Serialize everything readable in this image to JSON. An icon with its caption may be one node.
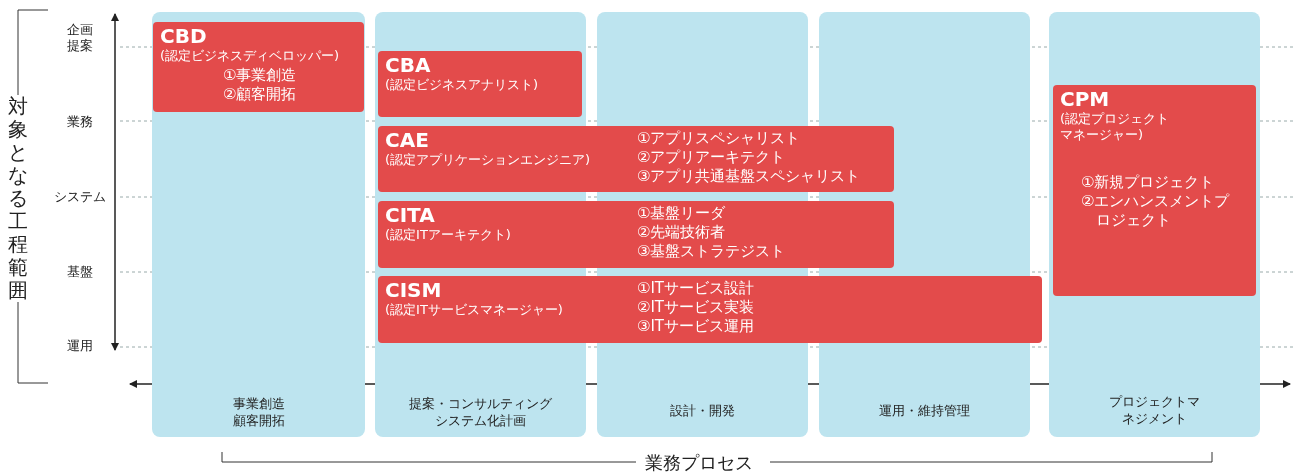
{
  "diagram": {
    "nodes": [
      {
        "text": [
          "事業創造",
          "顧客開拓"
        ]
      },
      {
        "text": [
          "CBD",
          "(認定ビジネスディベロッパー)",
          "①事業創造",
          "②顧客開拓"
        ],
        "in": 0
      },
      {
        "text": [
          "提案・コンサルティング",
          "システム化計画"
        ]
      },
      {
        "text": [
          "CBA",
          "(認定ビジネスアナリスト)"
        ],
        "in": 2
      },
      {
        "text": [
          "CAE",
          "(認定アプリケーションエンジニア)",
          "①アプリスペシャリスト",
          "②アプリアーキテクト",
          "③アプリ共通基盤スペシャリスト"
        ]
      },
      {
        "text": [
          "CITA",
          "(認定ITアーキテクト)",
          "①基盤リーダ",
          "②先端技術者",
          "③基盤ストラテジスト"
        ]
      },
      {
        "text": [
          "CISM",
          "(認定ITサービスマネージャー)",
          "①ITサービス設計",
          "②ITサービス実装",
          "③ITサービス運用"
        ]
      },
      {
        "text": [
          "設計・開発"
        ]
      },
      {
        "text": [
          "運用・維持管理"
        ]
      },
      {
        "text": [
          "プロジェクトマネジメント"
        ]
      },
      {
        "text": [
          "CPM",
          "(認定プロジェクトマネージャー)",
          "①新規プロジェクト",
          "②エンハンスメントプロジェクト"
        ],
        "in": 9
      }
    ],
    "labels": [
      "企画提案",
      "業務",
      "システム",
      "基盤",
      "運用",
      "対象となる工程範囲",
      "業務プロセス"
    ]
  }
}
